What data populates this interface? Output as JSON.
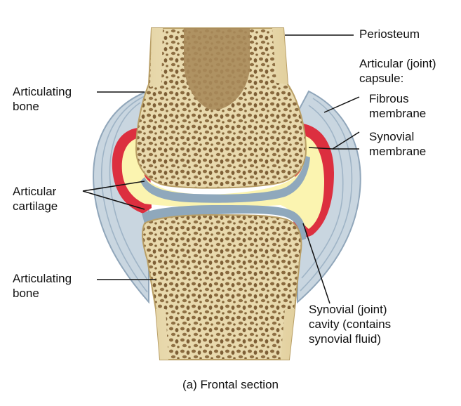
{
  "figure": {
    "caption": "(a) Frontal section",
    "labels": {
      "periosteum": "Periosteum",
      "capsule": [
        "Articular (joint)",
        "capsule:"
      ],
      "fibrous": [
        "Fibrous",
        "membrane"
      ],
      "synovial_membrane": [
        "Synovial",
        "membrane"
      ],
      "synovial_cavity": [
        "Synovial (joint)",
        "cavity (contains",
        "synovial fluid)"
      ],
      "bone_top": [
        "Articulating",
        "bone"
      ],
      "cartilage": [
        "Articular",
        "cartilage"
      ],
      "bone_bottom": [
        "Articulating",
        "bone"
      ]
    }
  },
  "colors": {
    "bone": "#e3d2a3",
    "bone_pore": "#8a6a3e",
    "marrow": "#a8895a",
    "cartilage": "#8fa8bc",
    "synovial_fluid": "#fbf4b0",
    "synovial_membrane": "#dc2f3f",
    "capsule": "#c9d6e0",
    "capsule_edge": "#90a6ba",
    "line": "#111111"
  }
}
